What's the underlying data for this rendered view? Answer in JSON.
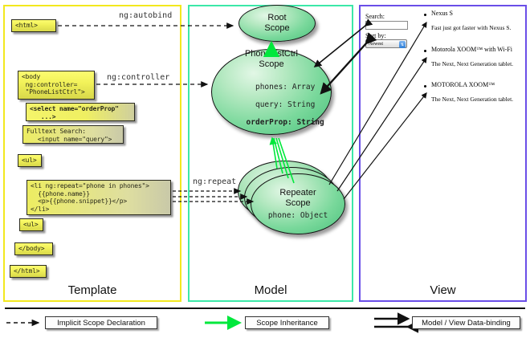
{
  "panels": {
    "template": {
      "title": "Template",
      "border_color": "#f2e81e"
    },
    "model": {
      "title": "Model",
      "border_color": "#3ce8a8"
    },
    "view": {
      "title": "View",
      "border_color": "#6a4ee8"
    }
  },
  "template_code": [
    {
      "name": "html-open",
      "text": "<html>"
    },
    {
      "name": "body-open",
      "text": "<body\n ng:controller=\n \"PhoneListCtrl\">"
    },
    {
      "name": "select",
      "text": "<select name=\"orderProp\"\n   ...>"
    },
    {
      "name": "fulltext",
      "text": "Fulltext Search:\n   <input name=\"query\">"
    },
    {
      "name": "ul-open",
      "text": "<ul>"
    },
    {
      "name": "li-repeat",
      "text": "<li ng:repeat=\"phone in phones\">\n  {{phone.name}}\n  <p>{{phone.snippet}}</p>\n</li>"
    },
    {
      "name": "ul-close",
      "text": "<ul>"
    },
    {
      "name": "body-close",
      "text": "</body>"
    },
    {
      "name": "html-close",
      "text": "</html>"
    }
  ],
  "edge_labels": {
    "autobind": "ng:autobind",
    "controller": "ng:controller",
    "repeat": "ng:repeat"
  },
  "scopes": {
    "root": {
      "title": "Root\nScope",
      "line1": "Root",
      "line2": "Scope",
      "props": ""
    },
    "ctrl": {
      "line1": "PhoneListCtrl",
      "line2": "Scope",
      "prop1": "phones: Array",
      "prop2": "query: String",
      "prop3": "orderProp: String"
    },
    "repeater": {
      "line1": "Repeater",
      "line2": "Scope",
      "prop1": "phone: Object"
    }
  },
  "view": {
    "search_label": "Search:",
    "search_value": "",
    "sort_label": "Sort by:",
    "sort_selected": "Newest",
    "phones": [
      {
        "name": "Nexus S",
        "snippet": "Fast just got faster with Nexus S."
      },
      {
        "name": "Motorola XOOM™ with Wi-Fi",
        "snippet": "The Next, Next Generation tablet."
      },
      {
        "name": "MOTOROLA XOOM™",
        "snippet": "The Next, Next Generation tablet."
      }
    ]
  },
  "legend": [
    {
      "name": "implicit-scope-declaration",
      "label": "Implicit Scope Declaration",
      "style": "dashed-black"
    },
    {
      "name": "scope-inheritance",
      "label": "Scope Inheritance",
      "style": "solid-green"
    },
    {
      "name": "model-view-data-binding",
      "label": "Model / View Data-binding",
      "style": "double-black"
    }
  ],
  "colors": {
    "code_box_fill": "#f2f25a",
    "scope_fill": "#79d89b",
    "inheritance_green": "#00e83c",
    "template_border": "#f2e81e",
    "model_border": "#3ce8a8",
    "view_border": "#6a4ee8"
  }
}
